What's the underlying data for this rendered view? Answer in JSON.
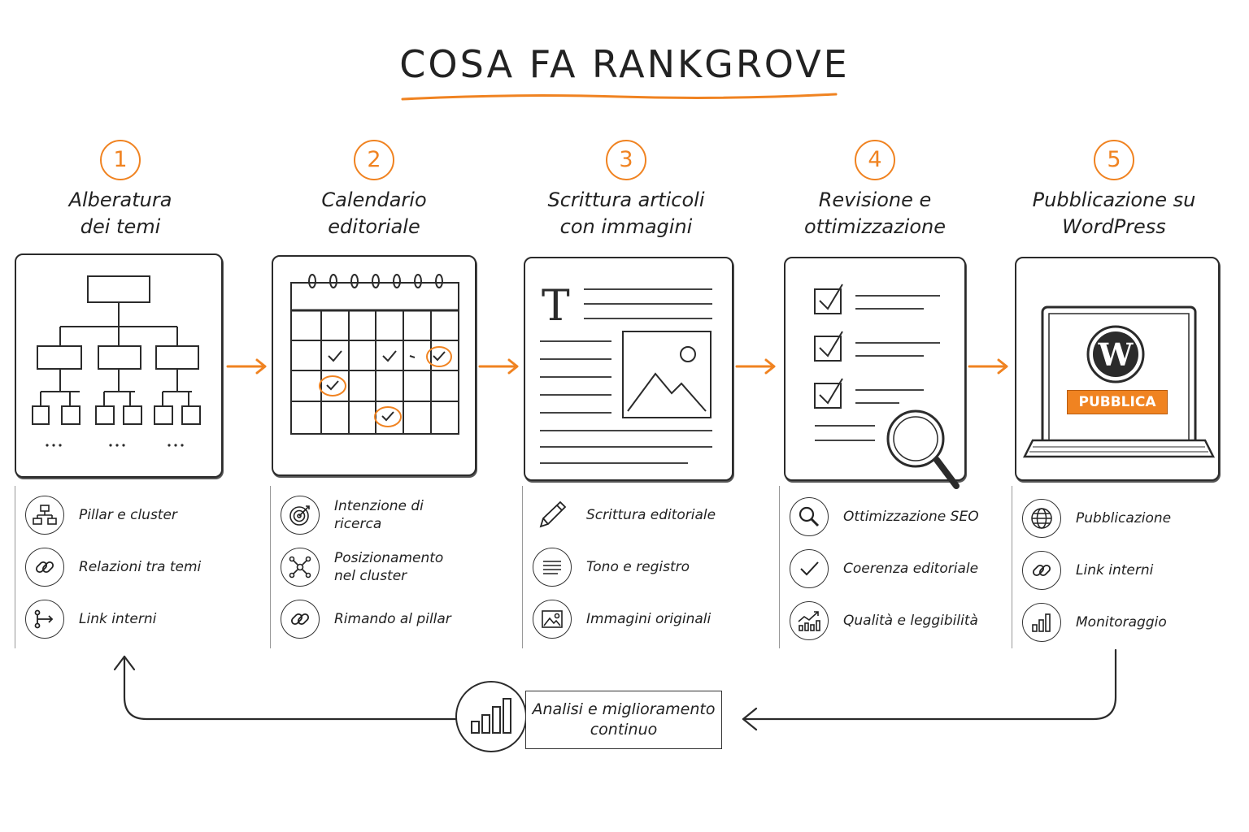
{
  "title": "COSA FA RANKGROVE",
  "colors": {
    "accent": "#f08321",
    "ink": "#2b2b2b"
  },
  "steps": [
    {
      "number": "1",
      "title": "Alberatura\ndei temi",
      "features": [
        {
          "icon": "sitemap-icon",
          "label": "Pillar e cluster"
        },
        {
          "icon": "link-icon",
          "label": "Relazioni tra temi"
        },
        {
          "icon": "branch-arrow-icon",
          "label": "Link interni"
        }
      ]
    },
    {
      "number": "2",
      "title": "Calendario\neditoriale",
      "features": [
        {
          "icon": "target-icon",
          "label": "Intenzione di ricerca"
        },
        {
          "icon": "network-icon",
          "label": "Posizionamento\nnel cluster"
        },
        {
          "icon": "link-icon",
          "label": "Rimando al pillar"
        }
      ]
    },
    {
      "number": "3",
      "title": "Scrittura articoli\ncon immagini",
      "features": [
        {
          "icon": "pencil-icon",
          "label": "Scrittura editoriale"
        },
        {
          "icon": "lines-icon",
          "label": "Tono e registro"
        },
        {
          "icon": "image-icon",
          "label": "Immagini originali"
        }
      ]
    },
    {
      "number": "4",
      "title": "Revisione e\nottimizzazione",
      "features": [
        {
          "icon": "search-icon",
          "label": "Ottimizzazione SEO"
        },
        {
          "icon": "check-icon",
          "label": "Coerenza editoriale"
        },
        {
          "icon": "growth-chart-icon",
          "label": "Qualità e leggibilità"
        }
      ]
    },
    {
      "number": "5",
      "title": "Pubblicazione su\nWordPress",
      "publish_label": "PUBBLICA",
      "features": [
        {
          "icon": "globe-icon",
          "label": "Pubblicazione"
        },
        {
          "icon": "link-icon",
          "label": "Link interni"
        },
        {
          "icon": "bar-chart-icon",
          "label": "Monitoraggio"
        }
      ]
    }
  ],
  "loop": {
    "label": "Analisi e miglioramento\ncontinuo",
    "icon": "bar-chart-icon"
  }
}
